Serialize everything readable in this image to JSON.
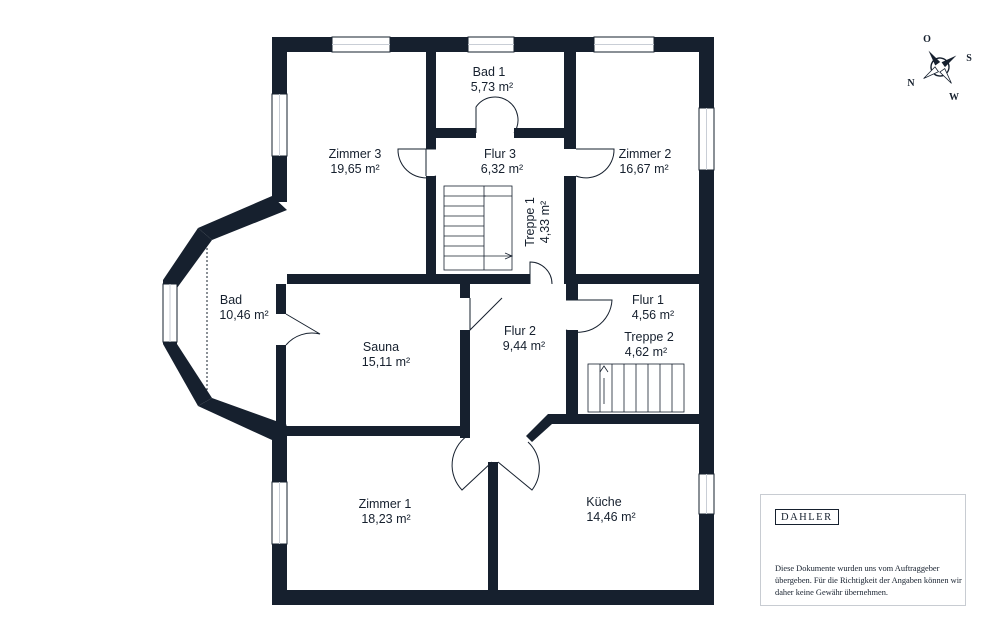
{
  "rooms": {
    "bad1": {
      "name": "Bad 1",
      "area": "5,73 m²"
    },
    "zimmer3": {
      "name": "Zimmer 3",
      "area": "19,65 m²"
    },
    "flur3": {
      "name": "Flur 3",
      "area": "6,32 m²"
    },
    "zimmer2": {
      "name": "Zimmer 2",
      "area": "16,67 m²"
    },
    "treppe1": {
      "name": "Treppe 1",
      "area": "4,33 m²"
    },
    "bad": {
      "name": "Bad",
      "area": "10,46 m²"
    },
    "sauna": {
      "name": "Sauna",
      "area": "15,11 m²"
    },
    "flur2": {
      "name": "Flur 2",
      "area": "9,44 m²"
    },
    "flur1": {
      "name": "Flur 1",
      "area": "4,56 m²"
    },
    "treppe2": {
      "name": "Treppe 2",
      "area": "4,62 m²"
    },
    "zimmer1": {
      "name": "Zimmer 1",
      "area": "18,23 m²"
    },
    "kueche": {
      "name": "Küche",
      "area": "14,46 m²"
    }
  },
  "compass": {
    "north": "N",
    "east": "O",
    "south": "S",
    "west": "W"
  },
  "brand": "DAHLER",
  "disclaimer": "Diese Dokumente wurden uns vom Auftraggeber übergeben. Für die Richtigkeit der Angaben können wir daher keine Gewähr übernehmen.",
  "colors": {
    "wall": "#16202e",
    "window": "#c9ced6",
    "line": "#16202e",
    "background": "#ffffff"
  }
}
